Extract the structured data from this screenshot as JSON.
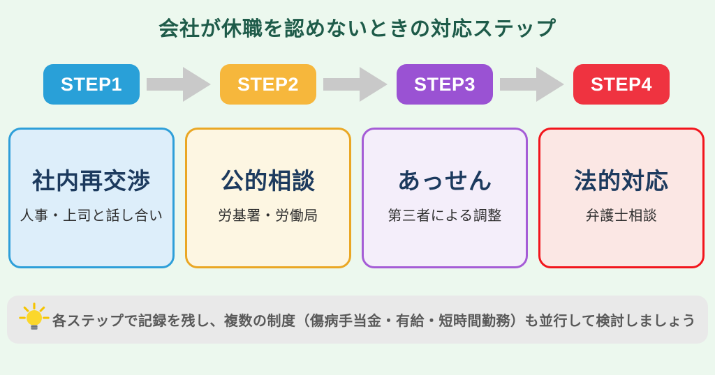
{
  "page": {
    "title": "会社が休職を認めないときの対応ステップ",
    "background_color": "#ecf8ee",
    "title_color": "#1e5b49",
    "arrow_color": "#c9c9c9"
  },
  "steps": [
    {
      "badge_label": "STEP1",
      "badge_color": "#29a0d8",
      "card_background": "#ddeefa",
      "card_border_color": "#2e9fd9",
      "card_title": "社内再交渉",
      "card_subtitle": "人事・上司と話し合い"
    },
    {
      "badge_label": "STEP2",
      "badge_color": "#f6b73c",
      "card_background": "#fdf6e2",
      "card_border_color": "#eaa724",
      "card_title": "公的相談",
      "card_subtitle": "労基署・労働局"
    },
    {
      "badge_label": "STEP3",
      "badge_color": "#9a52d3",
      "card_background": "#f4eefa",
      "card_border_color": "#a55cd6",
      "card_title": "あっせん",
      "card_subtitle": "第三者による調整"
    },
    {
      "badge_label": "STEP4",
      "badge_color": "#ef3340",
      "card_background": "#fbe7e4",
      "card_border_color": "#f2151c",
      "card_title": "法的対応",
      "card_subtitle": "弁護士相談"
    }
  ],
  "footer": {
    "icon": "lightbulb-icon",
    "text": "各ステップで記録を残し、複数の制度（傷病手当金・有給・短時間勤務）も並行して検討しましょう",
    "background_color": "#e9e9e9",
    "text_color": "#595959"
  }
}
